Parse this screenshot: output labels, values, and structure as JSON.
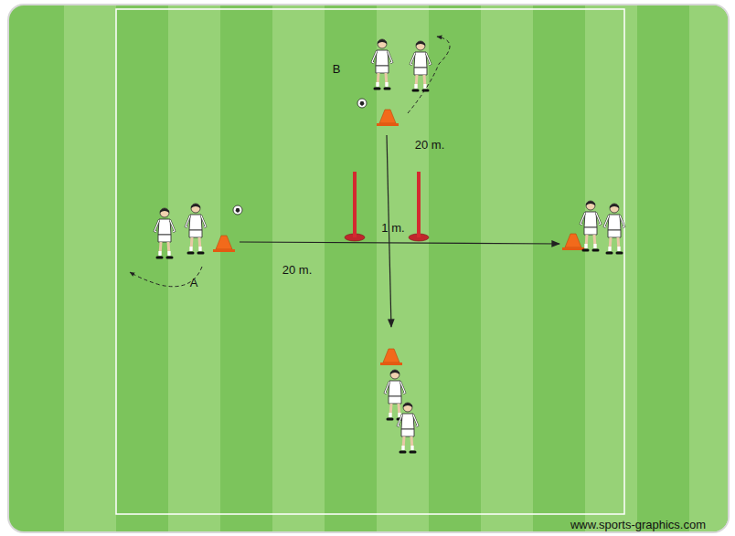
{
  "diagram": {
    "labels": [
      "B",
      "20 m.",
      "1 m.",
      "20 m.",
      "A",
      "www.sports-graphics.com"
    ]
  }
}
